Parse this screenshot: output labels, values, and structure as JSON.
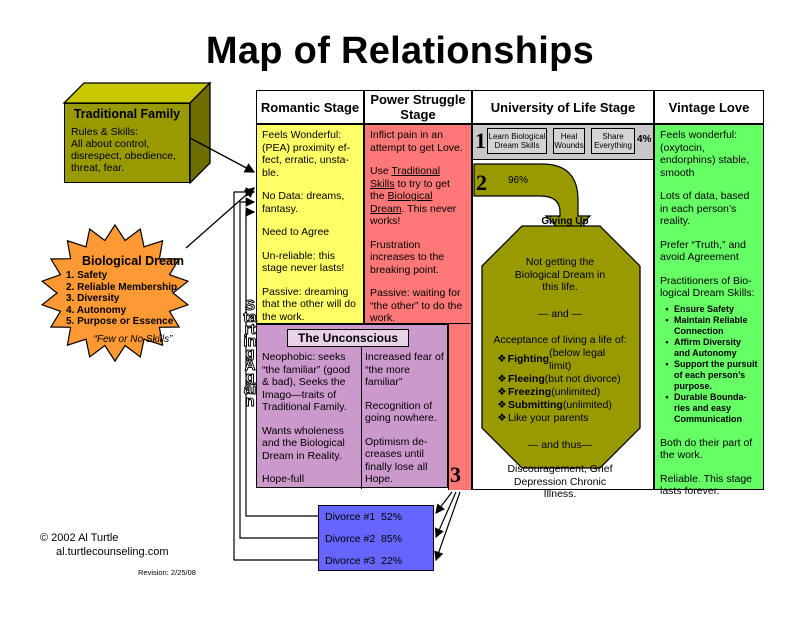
{
  "title": "Map of Relationships",
  "headers": {
    "romantic": "Romantic Stage",
    "power": "Power Struggle Stage",
    "university": "University of Life Stage",
    "vintage": "Vintage Love"
  },
  "traditional_family": {
    "title": "Traditional Family",
    "rules_label": "Rules & Skills:",
    "rules_text": "All about control, disrespect, obedience, threat, fear."
  },
  "biological_dream": {
    "title": "Biological Dream",
    "items": [
      "1. Safety",
      "2. Reliable Membership",
      "3. Diversity",
      "4. Autonomy",
      "5. Purpose or Essence"
    ],
    "note": "“Few or No Skills”"
  },
  "romantic": {
    "p1": "Feels Wonderful: (PEA) proximity ef-fect, erratic, unsta-ble.",
    "p2": "No Data: dreams, fantasy.",
    "p3": "Need to Agree",
    "p4": "Un-reliable: this stage never lasts!",
    "p5": "Passive: dreaming that the other will do the work."
  },
  "power": {
    "p1": "Inflict pain in an attempt to get Love.",
    "p2_pre": "Use",
    "p2_link1": "Traditional Skills",
    "p2_mid": "to try to get the",
    "p2_link2": "Biological Dream",
    "p2_post": ". This never works!",
    "p3": "Frustration increases to the breaking point.",
    "p4": "Passive: waiting for “the other” to do the work."
  },
  "unconscious": {
    "title": "The Unconscious",
    "left_p1": "Neophobic: seeks “the familiar” (good & bad), Seeks the Imago—traits of Traditional Family.",
    "left_p2": "Wants wholeness and the Biological Dream in Reality.",
    "left_p3": "Hope-full",
    "right_p1": "Increased fear of “the more familiar”",
    "right_p2": "Recognition of going nowhere.",
    "right_p3": "Optimism de-creases until finally lose all Hope."
  },
  "university": {
    "step1_num": "1",
    "steps": [
      "Learn Biological Dream Skills",
      "Heal Wounds",
      "Share Everything"
    ],
    "step1_pct": "4%",
    "step2_num": "2",
    "step2_pct": "96%",
    "step3_num": "3",
    "giving_up": "Giving Up",
    "not_getting": "Not getting the Biological Dream in this life.",
    "and": "— and —",
    "acceptance": "Acceptance of living a life of:",
    "life_items": [
      {
        "bold": "Fighting",
        "rest": " (below legal limit)"
      },
      {
        "bold": "Fleeing",
        "rest": " (but not divorce)"
      },
      {
        "bold": "Freezing",
        "rest": " (unlimited)"
      },
      {
        "bold": "Submitting",
        "rest": " (unlimited)"
      },
      {
        "bold": "",
        "rest": "Like your parents"
      }
    ],
    "and_thus": "— and thus—",
    "outcome": "Discouragement, Grief Depression Chronic Illness."
  },
  "vintage": {
    "p1": "Feels wonderful: (oxytocin, endorphins) stable, smooth",
    "p2": "Lots of data, based in each person’s reality.",
    "p3": "Prefer “Truth,” and avoid Agreement",
    "p4": "Practitioners of Bio-logical Dream Skills:",
    "skills": [
      "Ensure Safety",
      "Maintain Reliable Connection",
      "Affirm Diversity and Autonomy",
      "Support the pursuit of each person’s purpose.",
      "Durable Bounda-ries and easy Communication"
    ],
    "p5": "Both do their part of the work.",
    "p6": "Reliable. This stage lasts forever."
  },
  "divorces": [
    {
      "label": "Divorce #1",
      "pct": "52%"
    },
    {
      "label": "Divorce #2",
      "pct": "85%"
    },
    {
      "label": "Divorce #3",
      "pct": "22%"
    }
  ],
  "starting_again": "Starting Again",
  "copyright": "© 2002 Al Turtle",
  "website": "al.turtlecounseling.com",
  "revision": "Revision: 2/25/08"
}
